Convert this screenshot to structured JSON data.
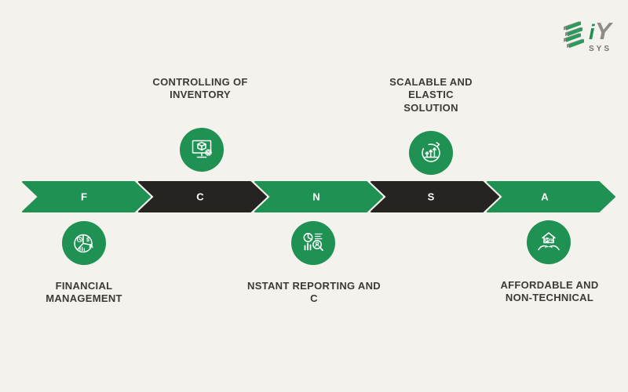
{
  "page": {
    "background": "#F4F2ED"
  },
  "colors": {
    "green": "#1F9152",
    "dark": "#262420",
    "label_text": "#3B3A35",
    "chevron_letter": "#FFFFFF",
    "logo_gray": "#8C8C86"
  },
  "logo": {
    "brand_i": "i",
    "brand_y": "Y",
    "sub": "SYS"
  },
  "timeline": {
    "steps": [
      {
        "letter": "F",
        "color": "#1F9152"
      },
      {
        "letter": "C",
        "color": "#262420"
      },
      {
        "letter": "N",
        "color": "#1F9152"
      },
      {
        "letter": "S",
        "color": "#262420"
      },
      {
        "letter": "A",
        "color": "#1F9152"
      }
    ]
  },
  "features": {
    "top": [
      {
        "label": "CONTROLLING OF INVENTORY",
        "icon": "inventory-monitor-icon",
        "icon_color": "#1F9152"
      },
      {
        "label": "SCALABLE AND ELASTIC SOLUTION",
        "icon": "growth-cycle-icon",
        "icon_color": "#1F9152"
      }
    ],
    "bottom": [
      {
        "label": "FINANCIAL MANAGEMENT",
        "icon": "finance-pie-icon",
        "icon_color": "#1F9152"
      },
      {
        "label": "NSTANT REPORTING AND C",
        "icon": "reporting-analytics-icon",
        "icon_color": "#1F9152"
      },
      {
        "label": "AFFORDABLE AND NON-TECHNICAL",
        "icon": "affordable-hands-icon",
        "icon_color": "#1F9152"
      }
    ]
  }
}
